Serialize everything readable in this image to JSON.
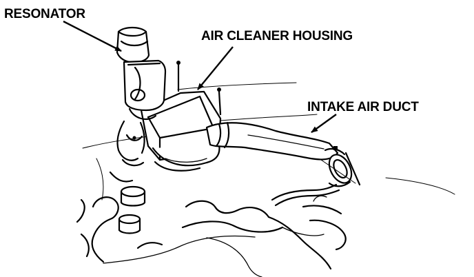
{
  "labels": {
    "resonator": "RESONATOR",
    "air_cleaner_housing": "AIR CLEANER HOUSING",
    "intake_air_duct": "INTAKE AIR DUCT"
  }
}
